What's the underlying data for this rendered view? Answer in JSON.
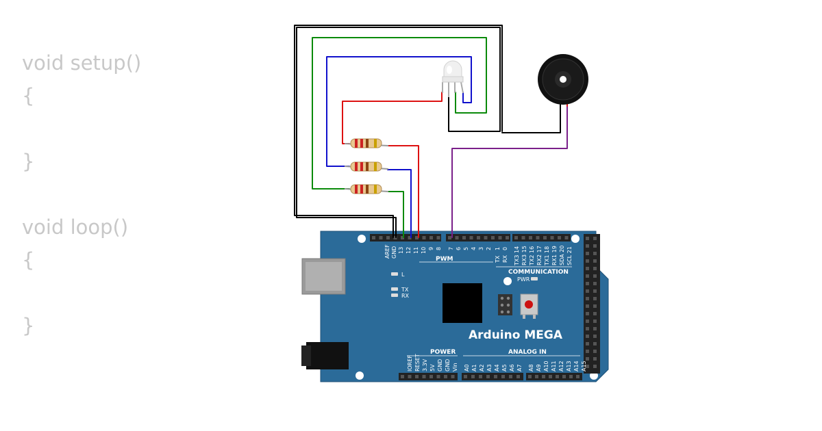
{
  "code": {
    "lines": [
      "void setup()",
      "{",
      "",
      "}",
      "",
      "void loop()",
      "{",
      "",
      "}"
    ]
  },
  "board": {
    "name": "Arduino MEGA",
    "sections": {
      "pwm": "PWM",
      "communication": "COMMUNICATION",
      "power": "POWER",
      "analog_in": "ANALOG IN"
    },
    "indicators": {
      "l": "L",
      "tx": "TX",
      "rx": "RX",
      "pwr": "PWR"
    },
    "top_pins_left": [
      "AREF",
      "GND",
      "13",
      "12",
      "11",
      "10",
      "9",
      "8"
    ],
    "top_pins_mid": [
      "7",
      "6",
      "5",
      "4",
      "3",
      "2",
      "1",
      "0"
    ],
    "top_pins_mid_sub": [
      "",
      "",
      "",
      "",
      "",
      "",
      "TX",
      "RX"
    ],
    "comm_pins": [
      "TX3 14",
      "RX3 15",
      "TX2 16",
      "RX2 17",
      "TX1 18",
      "RX1 19",
      "SDA 20",
      "SCL 21"
    ],
    "power_pins": [
      "IOREF",
      "RESET",
      "3.3V",
      "5V",
      "GND",
      "GND",
      "Vin"
    ],
    "analog_pins_a": [
      "A0",
      "A1",
      "A2",
      "A3",
      "A4",
      "A5",
      "A6",
      "A7"
    ],
    "analog_pins_b": [
      "A8",
      "A9",
      "A10",
      "A11",
      "A12",
      "A13",
      "A14",
      "A15"
    ]
  },
  "colors": {
    "board": "#2b6b99",
    "wire_black": "#000000",
    "wire_green": "#0a8a0a",
    "wire_blue": "#1010cc",
    "wire_red": "#dd1111",
    "wire_purple": "#7a1f8a",
    "code_text": "#c8c8c8"
  },
  "components": [
    "rgb-led",
    "resistor",
    "resistor",
    "resistor",
    "piezo-buzzer"
  ]
}
